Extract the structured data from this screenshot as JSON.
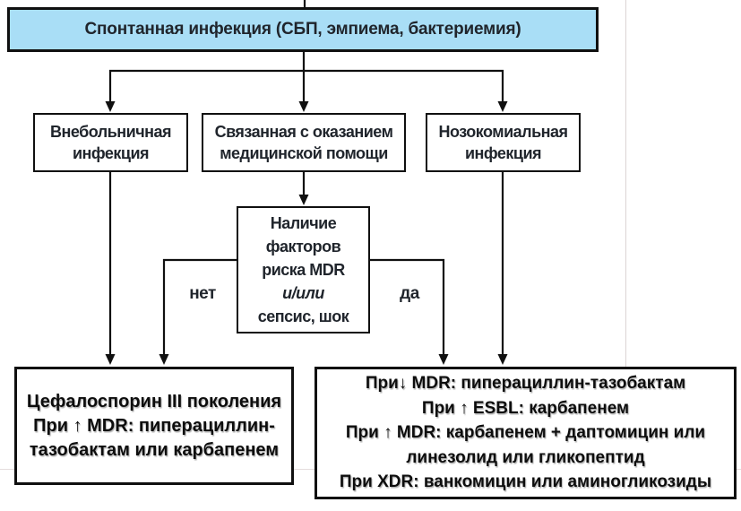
{
  "palette": {
    "banner_fill": "#a9def6",
    "line_color": "#101010",
    "diagram_text": "#20252c",
    "outcome_text": "#0d0d0d",
    "page_edge_line": "#dcd5d5"
  },
  "banner": {
    "label": "Спонтанная инфекция (СБП, эмпиема, бактериемия)"
  },
  "branch_boxes": [
    {
      "label": "Внебольничная инфекция"
    },
    {
      "label": "Связанная с оказанием медицинской помощи"
    },
    {
      "label": "Нозокомиальная инфекция"
    }
  ],
  "risk_box": {
    "line1": "Наличие",
    "line2": "факторов",
    "line3": "риска MDR",
    "line4": "и/или",
    "line5": "сепсис, шок"
  },
  "decision": {
    "no_label": "нет",
    "yes_label": "да"
  },
  "outcome_left": {
    "line1": "Цефалоспорин III поколения",
    "line2": "При ↑ MDR: пиперациллин-",
    "line3": "тазобактам или карбапенем"
  },
  "outcome_right": {
    "line1": "При↓ MDR: пиперациллин-тазобактам",
    "line2": "При ↑ ESBL: карбапенем",
    "line3": "При ↑ MDR: карбапенем + даптомицин или",
    "line4": "линезолид или гликопептид",
    "line5": "При XDR: ванкомицин или аминогликозиды"
  }
}
